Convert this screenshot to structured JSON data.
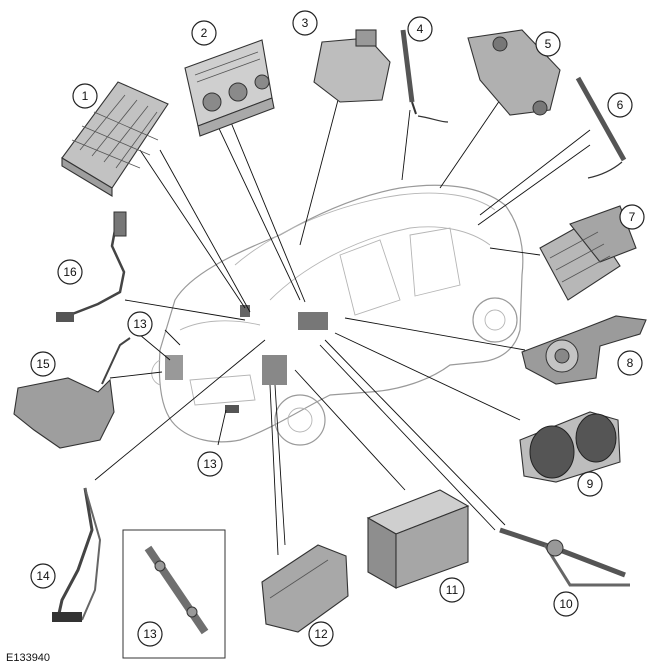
{
  "figure_ref": "E133940",
  "callouts": {
    "c1": "1",
    "c2": "2",
    "c3": "3",
    "c4": "4",
    "c5": "5",
    "c6": "6",
    "c7": "7",
    "c8": "8",
    "c9": "9",
    "c10": "10",
    "c11": "11",
    "c12": "12",
    "c13a": "13",
    "c13b": "13",
    "c13c": "13",
    "c14": "14",
    "c15": "15",
    "c16": "16"
  },
  "colors": {
    "line": "#111111",
    "part_fill": "#c9c9c9",
    "part_dark": "#7a7a7a",
    "car_outline": "#9a9a9a",
    "background": "#ffffff"
  }
}
